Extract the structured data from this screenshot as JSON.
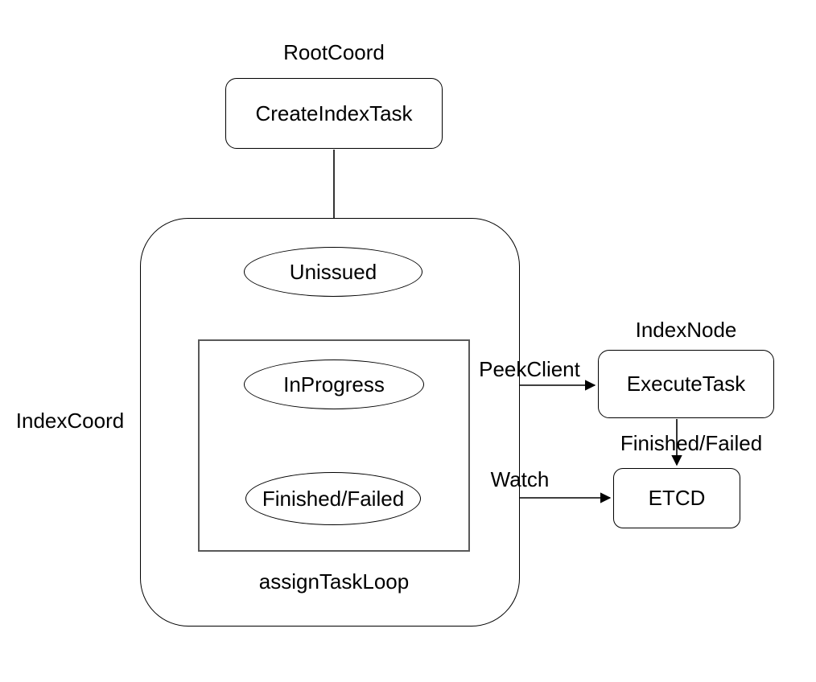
{
  "diagram": {
    "background": "#ffffff",
    "stroke_color": "#000000",
    "inner_box_stroke": "#595959",
    "labels": {
      "root_coord": "RootCoord",
      "index_coord": "IndexCoord",
      "index_node": "IndexNode",
      "assign_task_loop": "assignTaskLoop"
    },
    "nodes": {
      "create_index_task": "CreateIndexTask",
      "unissued": "Unissued",
      "in_progress": "InProgress",
      "finished_failed": "Finished/Failed",
      "execute_task": "ExecuteTask",
      "etcd": "ETCD"
    },
    "edges": {
      "peek_client": "PeekClient",
      "finished_failed": "Finished/Failed",
      "watch": "Watch"
    }
  }
}
